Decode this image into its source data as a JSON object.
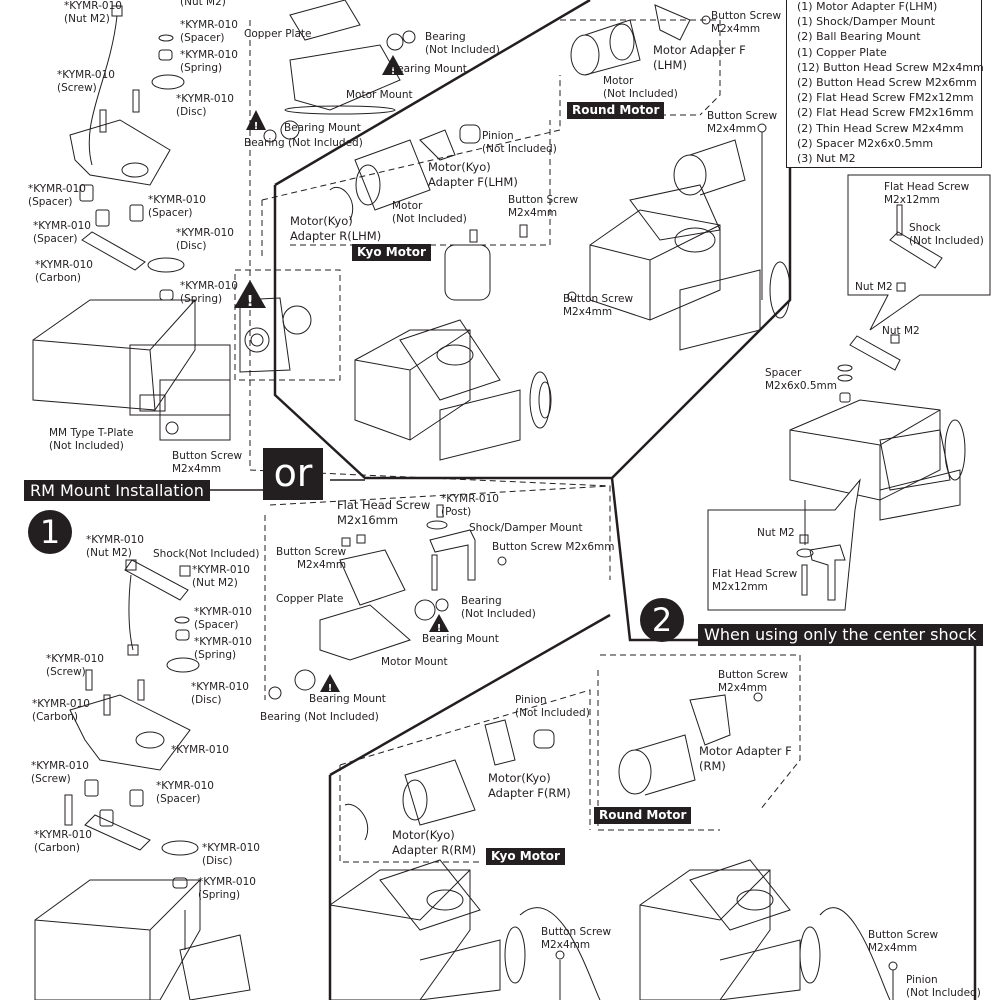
{
  "parts_list": [
    "(1) Motor Adapter F(LHM)",
    "(1) Shock/Damper Mount",
    "(2) Ball Bearing Mount",
    "(1) Copper Plate",
    "(12) Button Head Screw M2x4mm",
    "(2) Button Head Screw M2x6mm",
    "(2) Flat Head Screw FM2x12mm",
    "(2) Flat Head Screw FM2x16mm",
    "(2) Thin Head Screw M2x4mm",
    "(2) Spacer M2x6x0.5mm",
    "(3) Nut M2"
  ],
  "top_left_assembly": {
    "nut_m2": [
      "*KYMR-010",
      "(Nut M2)"
    ],
    "nut_m2_top": "(Nut M2)",
    "spacer": [
      "*KYMR-010",
      "(Spacer)"
    ],
    "spring": [
      "*KYMR-010",
      "(Spring)"
    ],
    "screw": [
      "*KYMR-010",
      "(Screw)"
    ],
    "disc": [
      "*KYMR-010",
      "(Disc)"
    ],
    "spacer_left": [
      "*KYMR-010",
      "(Spacer)"
    ],
    "spacer_right": [
      "*KYMR-010",
      "(Spacer)"
    ],
    "spacer_mid": [
      "*KYMR-010",
      "(Spacer)"
    ],
    "disc_lower": [
      "*KYMR-010",
      "(Disc)"
    ],
    "carbon": [
      "*KYMR-010",
      "(Carbon)"
    ],
    "spring_lower": [
      "*KYMR-010",
      "(Spring)"
    ],
    "t_plate": [
      "MM Type T-Plate",
      "(Not Included)"
    ],
    "button_screw": [
      "Button Screw",
      "M2x4mm"
    ]
  },
  "top_middle": {
    "copper_plate": "Copper Plate",
    "bearing_right": [
      "Bearing",
      "(Not Included)"
    ],
    "bearing_mount_right": "Bearing Mount",
    "motor_mount": "Motor Mount",
    "bearing_mount_left": "Bearing Mount",
    "bearing_left": "Bearing (Not Included)",
    "pinion": [
      "Pinion",
      "(Not Included)"
    ],
    "kyo_adapter_f": [
      "Motor(Kyo)",
      "Adapter F(LHM)"
    ],
    "kyo_adapter_r": [
      "Motor(Kyo)",
      "Adapter R(LHM)"
    ],
    "motor": [
      "Motor",
      "(Not Included)"
    ],
    "kyo_tag": "Kyo Motor",
    "button_screw_kyo": [
      "Button Screw",
      "M2x4mm"
    ],
    "button_screw_side": [
      "Button Screw",
      "M2x4mm"
    ]
  },
  "top_right": {
    "button_screw_top": [
      "Button Screw",
      "M2x4mm"
    ],
    "motor_adapter_f": [
      "Motor Adapter F",
      "(LHM)"
    ],
    "motor_round": [
      "Motor",
      "(Not Included)"
    ],
    "round_tag": "Round Motor",
    "button_screw_round": [
      "Button Screw",
      "M2x4mm"
    ]
  },
  "shock_callout": {
    "flat_head_screw": [
      "Flat Head Screw",
      "M2x12mm"
    ],
    "shock": [
      "Shock",
      "(Not Included)"
    ],
    "nut": "Nut M2",
    "nut_outer": "Nut M2",
    "spacer": [
      "Spacer",
      "M2x6x0.5mm"
    ]
  },
  "mount_callout": {
    "nut": "Nut M2",
    "flat_head_screw": [
      "Flat Head Screw",
      "M2x12mm"
    ]
  },
  "or_label": "or",
  "rm_banner": "RM Mount Installation",
  "step1": "1",
  "step2": "2",
  "center_shock_banner": "When using only the center shock",
  "rm_left": {
    "nut_m2": [
      "*KYMR-010",
      "(Nut M2)"
    ],
    "shock": "Shock(Not Included)",
    "nut_m2_b": [
      "*KYMR-010",
      "(Nut M2)"
    ],
    "spacer": [
      "*KYMR-010",
      "(Spacer)"
    ],
    "spring": [
      "*KYMR-010",
      "(Spring)"
    ],
    "screw": [
      "*KYMR-010",
      "(Screw)"
    ],
    "disc": [
      "*KYMR-010",
      "(Disc)"
    ],
    "carbon": [
      "*KYMR-010",
      "(Carbon)"
    ],
    "plate": "*KYMR-010",
    "screw_lower": [
      "*KYMR-010",
      "(Screw)"
    ],
    "spacer_lower": [
      "*KYMR-010",
      "(Spacer)"
    ],
    "carbon_lower": [
      "*KYMR-010",
      "(Carbon)"
    ],
    "disc_lower": [
      "*KYMR-010",
      "(Disc)"
    ],
    "spring_lower": [
      "*KYMR-010",
      "(Spring)"
    ]
  },
  "rm_middle": {
    "flat_head_screw": [
      "Flat Head Screw",
      "M2x16mm"
    ],
    "post": [
      "*KYMR-010",
      "(Post)"
    ],
    "shock_mount": "Shock/Damper Mount",
    "button_screw_6": "Button Screw M2x6mm",
    "button_screw_4": [
      "Button Screw",
      "M2x4mm"
    ],
    "copper_plate": "Copper Plate",
    "bearing_right": [
      "Bearing",
      "(Not Included)"
    ],
    "bearing_mount_right": "Bearing Mount",
    "motor_mount": "Motor Mount",
    "bearing_mount_left": "Bearing Mount",
    "bearing_left": "Bearing (Not Included)"
  },
  "rm_motors": {
    "pinion": [
      "Pinion",
      "(Not Included)"
    ],
    "kyo_adapter_f": [
      "Motor(Kyo)",
      "Adapter F(RM)"
    ],
    "kyo_adapter_r": [
      "Motor(Kyo)",
      "Adapter R(RM)"
    ],
    "kyo_tag": "Kyo Motor",
    "button_screw_round": [
      "Button Screw",
      "M2x4mm"
    ],
    "motor_adapter_f": [
      "Motor Adapter F",
      "(RM)"
    ],
    "round_tag": "Round Motor",
    "button_screw_kyo_asm": [
      "Button Screw",
      "M2x4mm"
    ],
    "button_screw_round_asm": [
      "Button Screw",
      "M2x4mm"
    ],
    "pinion_asm": [
      "Pinion",
      "(Not Included)"
    ]
  }
}
